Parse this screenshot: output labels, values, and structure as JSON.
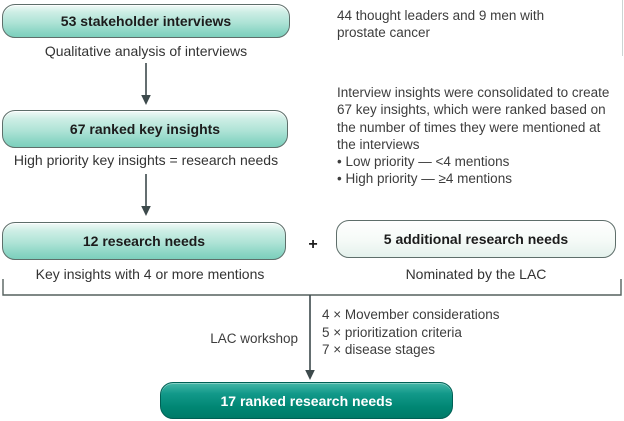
{
  "colors": {
    "box_gradient_top": "#f2faf7",
    "box_gradient_bottom": "#7ccfbc",
    "box_border": "#5e6e6a",
    "light_box_top": "#ffffff",
    "light_box_bottom": "#e4f1ec",
    "dark_box_top": "#45b7a7",
    "dark_box_bottom": "#007a68",
    "dark_box_text": "#ffffff",
    "connector_line": "#3d4a4c",
    "text": "#2b2b2b"
  },
  "flow": {
    "box_interviews": "53 stakeholder interviews",
    "caption_interviews": "Qualitative analysis of interviews",
    "note_interviews": "44 thought leaders and 9 men with prostate cancer",
    "box_insights": "67 ranked key insights",
    "caption_insights": "High priority key insights = research needs",
    "note_insights": "Interview insights were consolidated to create 67 key insights, which were ranked based on the number of times they were mentioned at the interviews",
    "note_insights_bullets": [
      "• Low priority — <4 mentions",
      "• High priority — ≥4 mentions"
    ],
    "box_needs": "12 research needs",
    "caption_needs": "Key insights with 4 or more mentions",
    "plus": "+",
    "box_additional": "5 additional research needs",
    "caption_additional": "Nominated by the LAC",
    "workshop_label": "LAC workshop",
    "workshop_items": [
      "4 × Movember considerations",
      "5 × prioritization criteria",
      "7 × disease stages"
    ],
    "box_final": "17 ranked research needs"
  }
}
